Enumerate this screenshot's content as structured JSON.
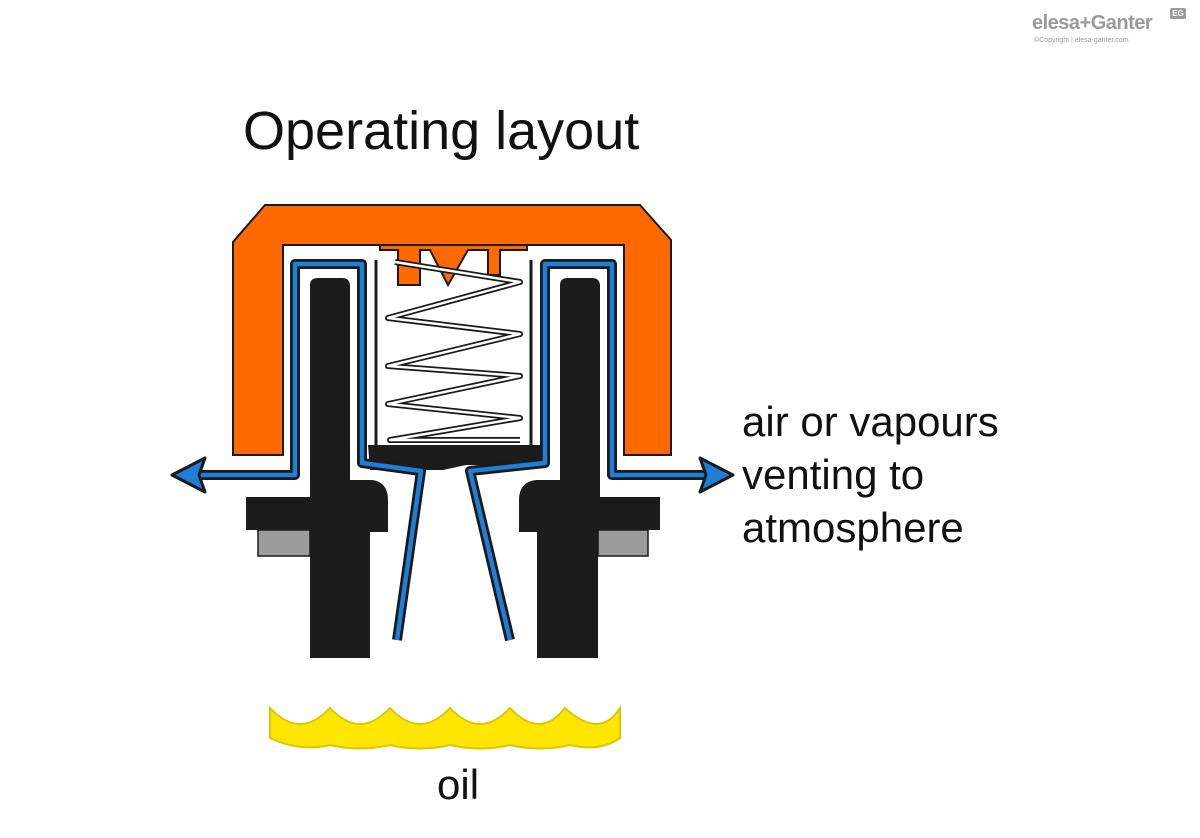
{
  "title": "Operating layout",
  "vent_label": {
    "line1": "air or vapours",
    "line2": "venting to",
    "line3": "atmosphere"
  },
  "oil_label": "oil",
  "logo": {
    "brand": "elesa+Ganter",
    "badge": "EG",
    "copyright": "©Copyright | elesa-ganter.com"
  },
  "colors": {
    "cap": "#ff6a00",
    "flow": "#1e7fd8",
    "body": "#1c1c1c",
    "gasket": "#9c9c9c",
    "oil": "#ffe600",
    "oil_outline": "#d8c800"
  },
  "icons": [
    "spring-icon",
    "flow-arrow-left-icon",
    "flow-arrow-right-icon",
    "oil-wave-icon"
  ]
}
